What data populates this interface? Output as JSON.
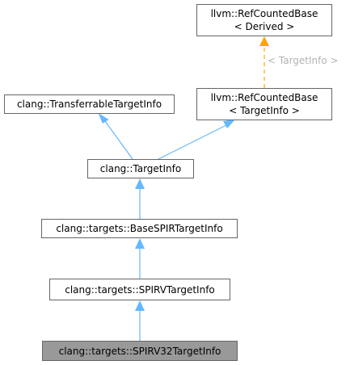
{
  "nodes": {
    "refcounted_derived": {
      "line1": "llvm::RefCountedBase",
      "line2": "< Derived >"
    },
    "refcounted_targetinfo": {
      "line1": "llvm::RefCountedBase",
      "line2": "< TargetInfo >"
    },
    "transferrable": {
      "label": "clang::TransferrableTargetInfo"
    },
    "targetinfo": {
      "label": "clang::TargetInfo"
    },
    "basespir": {
      "label": "clang::targets::BaseSPIRTargetInfo"
    },
    "spirv": {
      "label": "clang::targets::SPIRVTargetInfo"
    },
    "spirv32": {
      "label": "clang::targets::SPIRV32TargetInfo"
    }
  },
  "template_edge_label": "< TargetInfo >",
  "colors": {
    "inheritance_edge": "#63b8ff",
    "template_edge": "#ffa500",
    "node_border": "#666666",
    "current_node_fill": "#999999",
    "edge_label": "#b3b3b3"
  }
}
